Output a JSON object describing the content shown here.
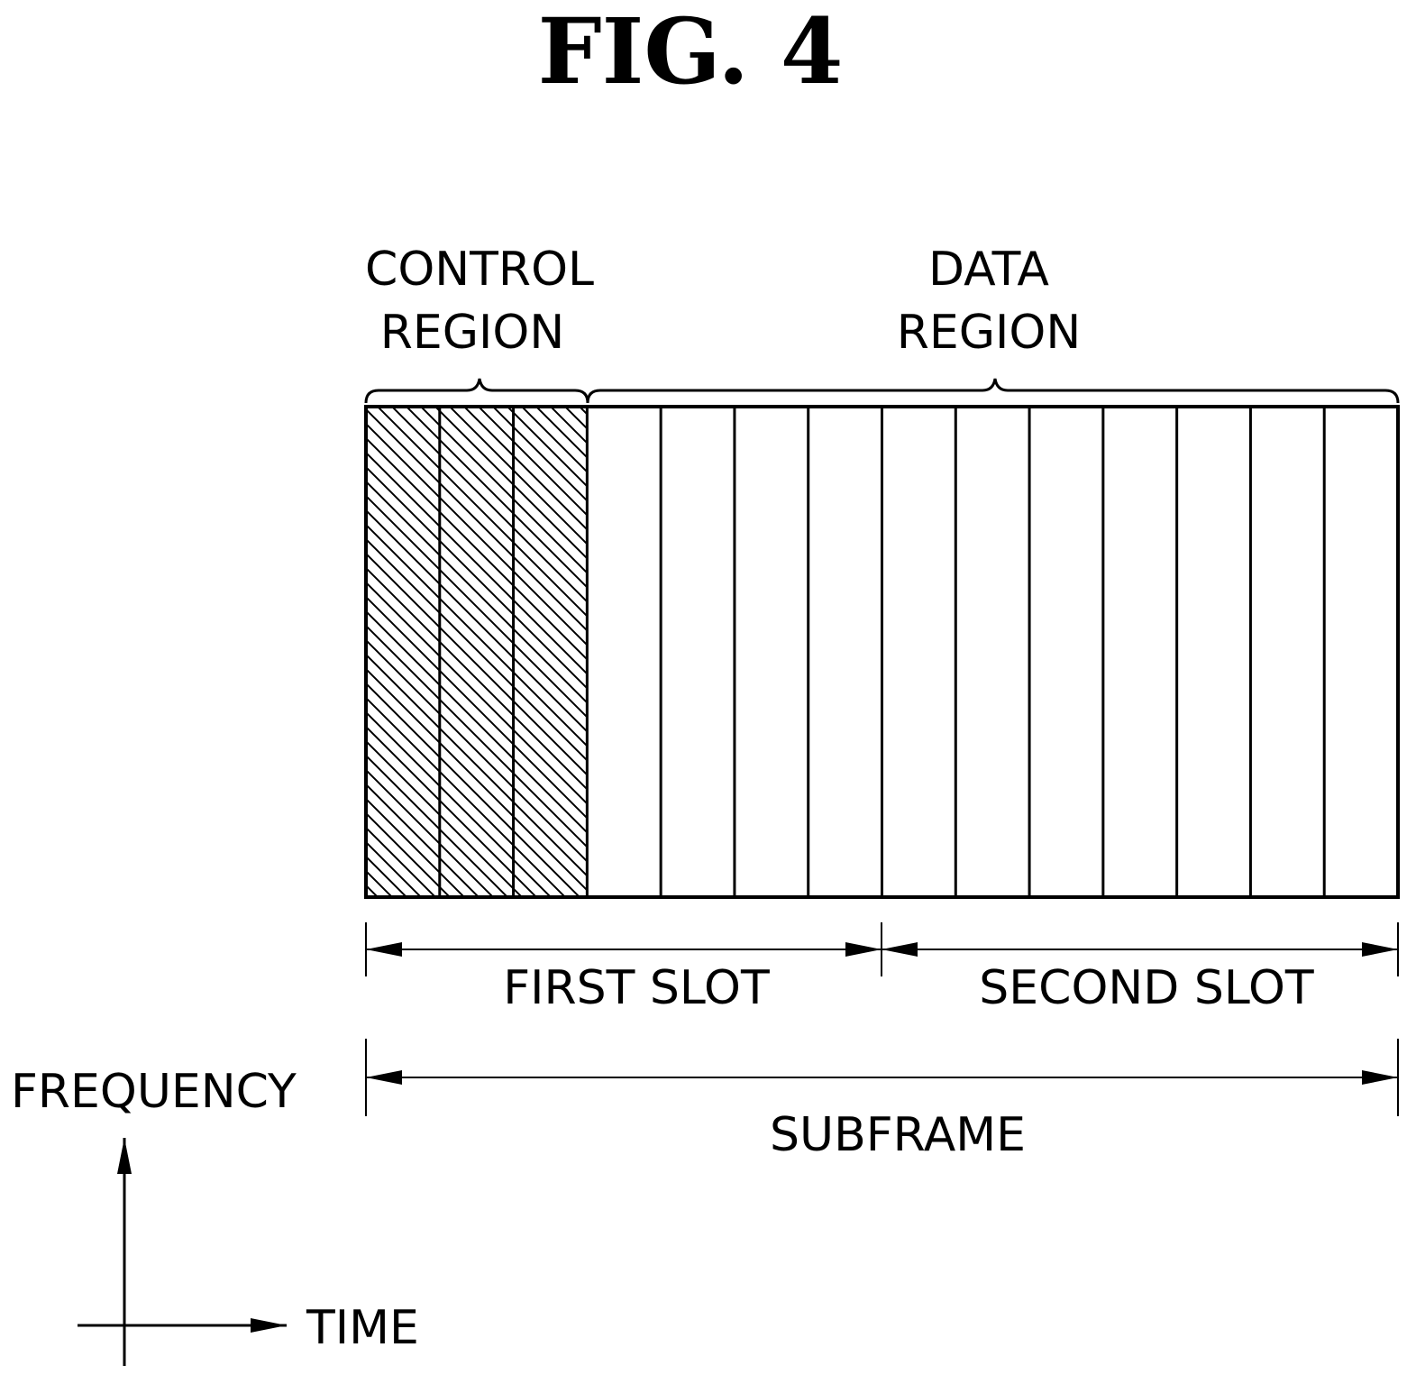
{
  "figure": {
    "title": "FIG. 4"
  },
  "regions": {
    "control_line1": "CONTROL",
    "control_line2": "REGION",
    "data_line1": "DATA",
    "data_line2": "REGION"
  },
  "grid": {
    "symbol_count": 14,
    "control_symbols": 3,
    "slot_symbols": 7
  },
  "slots": {
    "first": "FIRST SLOT",
    "second": "SECOND SLOT",
    "subframe": "SUBFRAME"
  },
  "axes": {
    "frequency": "FREQUENCY",
    "time": "TIME"
  },
  "colors": {
    "line": "#000000",
    "background": "#ffffff"
  }
}
